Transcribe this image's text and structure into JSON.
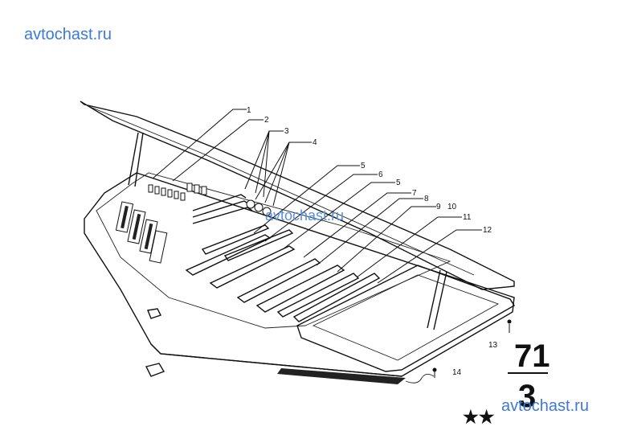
{
  "watermark": "avtochast.ru",
  "group": {
    "number": "71",
    "subgroup": "3"
  },
  "stars": "★★",
  "callouts": {
    "c1": "1",
    "c2": "2",
    "c3": "3",
    "c4": "4",
    "c5a": "5",
    "c6": "6",
    "c5b": "5",
    "c7": "7",
    "c8": "8",
    "c9": "9",
    "c10": "10",
    "c11": "11",
    "c12": "12",
    "c13": "13",
    "c14": "14"
  }
}
